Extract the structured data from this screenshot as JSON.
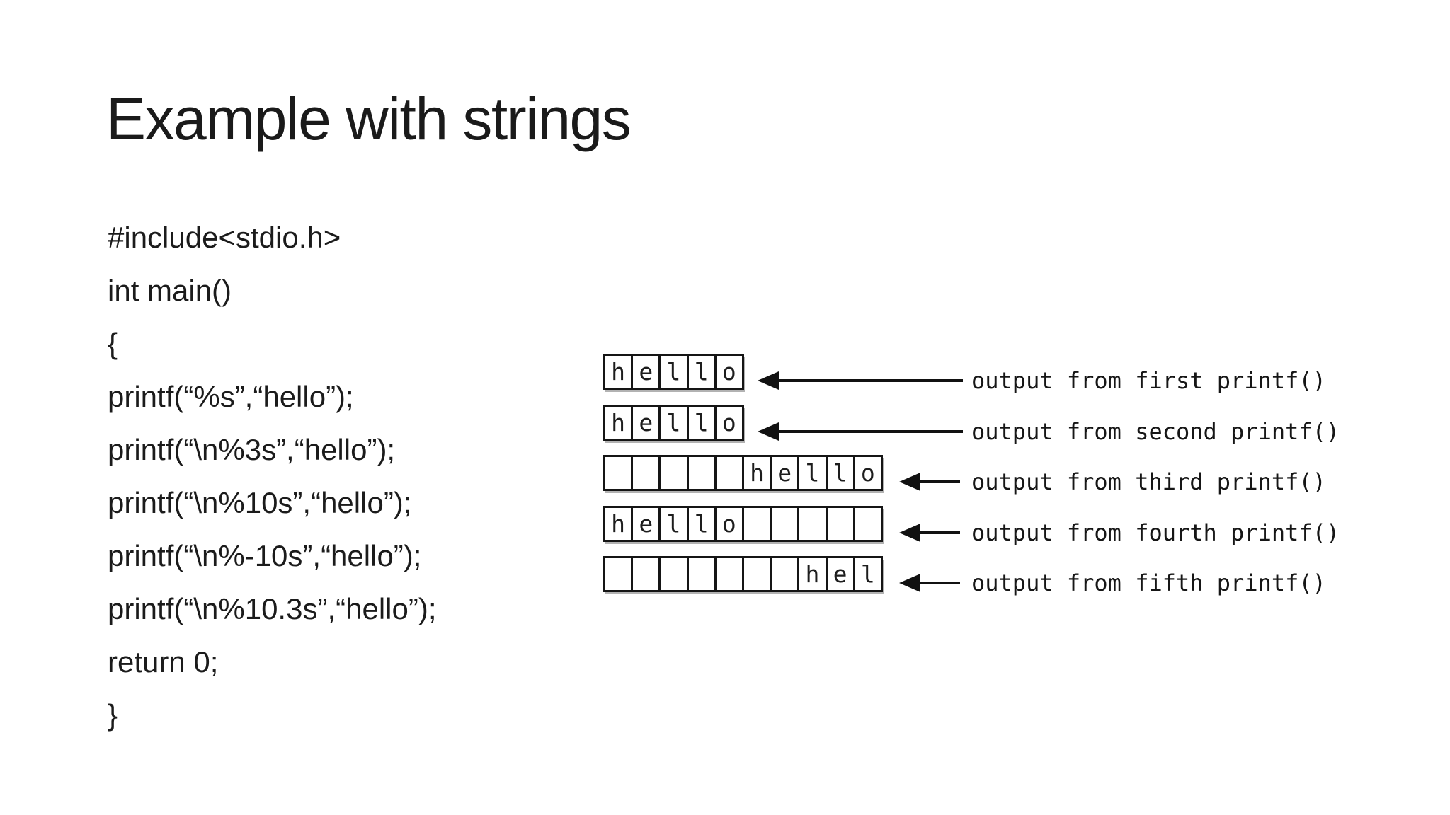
{
  "slide": {
    "title": "Example with strings"
  },
  "code": {
    "lines": [
      "#include<stdio.h>",
      "int main()",
      "{",
      "printf(“%s”,“hello”);",
      "printf(“\\n%3s”,“hello”);",
      "printf(“\\n%10s”,“hello”);",
      "printf(“\\n%-10s”,“hello”);",
      "printf(“\\n%10.3s”,“hello”);",
      "return 0;",
      "}"
    ]
  },
  "diagram": {
    "rows": [
      {
        "cells": [
          "h",
          "e",
          "l",
          "l",
          "o"
        ],
        "arrow": "long",
        "label": "output from first printf()"
      },
      {
        "cells": [
          "h",
          "e",
          "l",
          "l",
          "o"
        ],
        "arrow": "long",
        "label": "output from second printf()"
      },
      {
        "cells": [
          "",
          "",
          "",
          "",
          "",
          "h",
          "e",
          "l",
          "l",
          "o"
        ],
        "arrow": "short",
        "label": "output from third printf()"
      },
      {
        "cells": [
          "h",
          "e",
          "l",
          "l",
          "o",
          "",
          "",
          "",
          "",
          ""
        ],
        "arrow": "short",
        "label": "output from fourth printf()"
      },
      {
        "cells": [
          "",
          "",
          "",
          "",
          "",
          "",
          "",
          "h",
          "e",
          "l"
        ],
        "arrow": "short",
        "label": "output from fifth printf()"
      }
    ],
    "arrow_direction": "left"
  },
  "colors": {
    "ink": "#1a1a1a",
    "box_border": "#151515",
    "background": "#ffffff"
  }
}
